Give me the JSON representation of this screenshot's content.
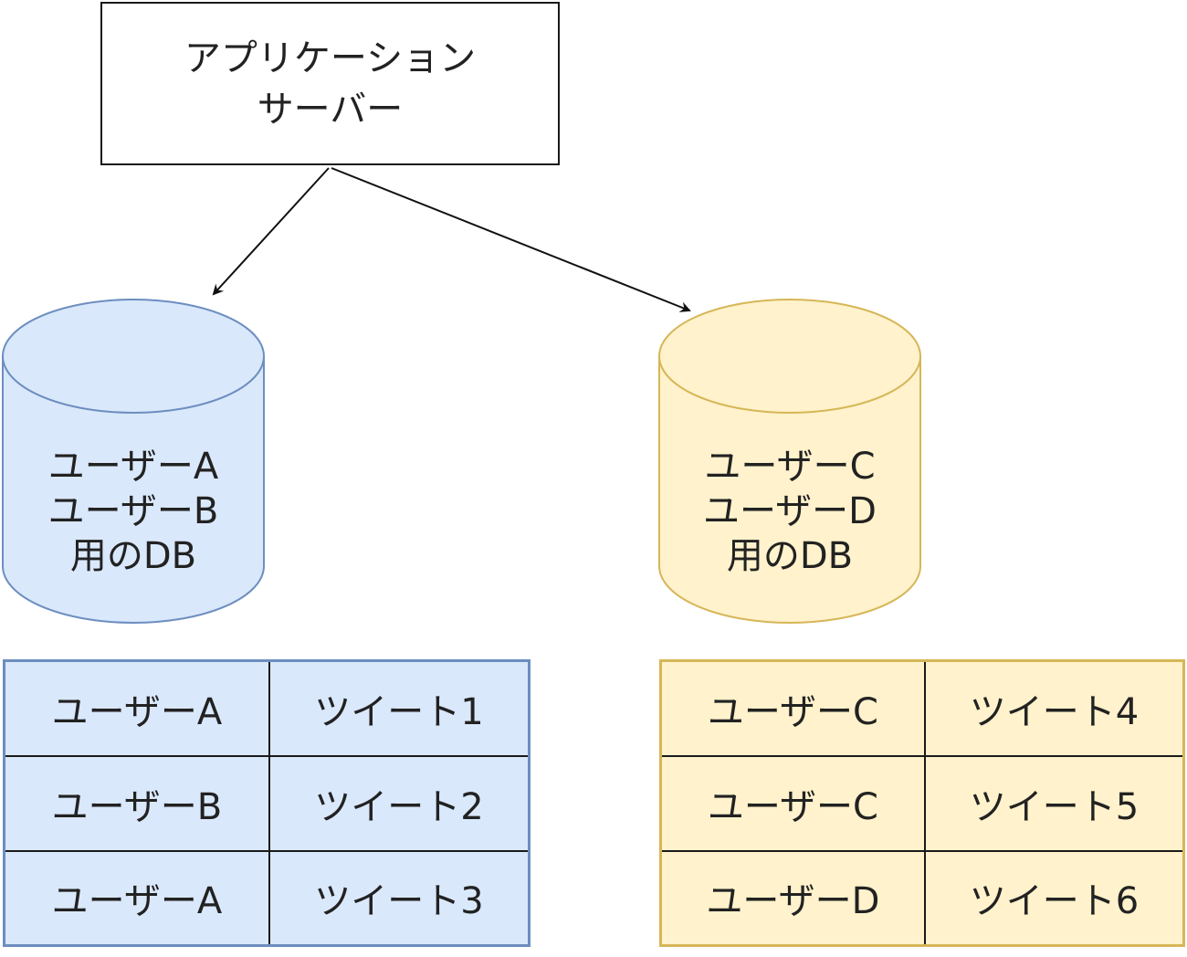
{
  "app_server": {
    "line1": "アプリケーション",
    "line2": "サーバー"
  },
  "databases": [
    {
      "lines": [
        "ユーザーA",
        "ユーザーB",
        "用のDB"
      ],
      "fill": "#dae8fc",
      "stroke": "#6c8ebf"
    },
    {
      "lines": [
        "ユーザーC",
        "ユーザーD",
        "用のDB"
      ],
      "fill": "#fff2cc",
      "stroke": "#d6b656"
    }
  ],
  "tables": [
    {
      "rows": [
        [
          "ユーザーA",
          "ツイート1"
        ],
        [
          "ユーザーB",
          "ツイート2"
        ],
        [
          "ユーザーA",
          "ツイート3"
        ]
      ]
    },
    {
      "rows": [
        [
          "ユーザーC",
          "ツイート4"
        ],
        [
          "ユーザーC",
          "ツイート5"
        ],
        [
          "ユーザーD",
          "ツイート6"
        ]
      ]
    }
  ]
}
